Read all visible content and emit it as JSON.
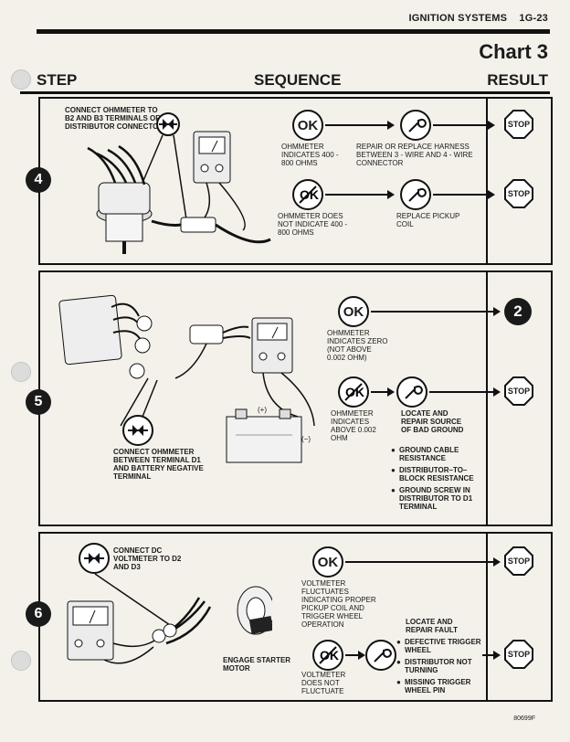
{
  "header": {
    "section_title": "IGNITION SYSTEMS",
    "page_number": "1G-23",
    "chart_title": "Chart 3"
  },
  "columns": {
    "step": "STEP",
    "sequence": "SEQUENCE",
    "result": "RESULT"
  },
  "step4": {
    "number": "4",
    "instruction": "CONNECT OHMMETER TO B2 AND B3 TERMINALS OF DISTRIBUTOR CONNECTOR",
    "ok_symbol": "OK",
    "ok_text": "OHMMETER INDICATES 400 - 800 OHMS",
    "ok_action": "REPAIR OR REPLACE HARNESS BETWEEN 3 - WIRE AND 4 - WIRE CONNECTOR",
    "notok_text": "OHMMETER DOES NOT INDICATE 400 - 800 OHMS",
    "notok_action": "REPLACE PICKUP COIL",
    "result_a": "STOP",
    "result_b": "STOP"
  },
  "step5": {
    "number": "5",
    "instruction": "CONNECT OHMMETER BETWEEN TERMINAL D1 AND BATTERY NEGATIVE TERMINAL",
    "plus_label": "(+)",
    "minus_label": "(−)",
    "ok_symbol": "OK",
    "ok_text": "OHMMETER INDICATES ZERO (NOT ABOVE 0.002 OHM)",
    "ok_result": "2",
    "notok_text": "OHMMETER INDICATES ABOVE 0.002 OHM",
    "notok_action": "LOCATE AND REPAIR SOURCE OF BAD GROUND",
    "causes": [
      "GROUND CABLE RESISTANCE",
      "DISTRIBUTOR–TO–BLOCK RESISTANCE",
      "GROUND SCREW IN DISTRIBUTOR TO D1 TERMINAL"
    ],
    "result_b": "STOP"
  },
  "step6": {
    "number": "6",
    "instruction": "CONNECT DC VOLTMETER TO D2 AND D3",
    "engage_text": "ENGAGE STARTER MOTOR",
    "ok_symbol": "OK",
    "ok_text": "VOLTMETER FLUCTUATES INDICATING PROPER PICKUP COIL AND TRIGGER WHEEL OPERATION",
    "notok_text": "VOLTMETER DOES NOT FLUCTUATE",
    "notok_action": "LOCATE AND REPAIR FAULT",
    "causes": [
      "DEFECTIVE TRIGGER WHEEL",
      "DISTRIBUTOR NOT TURNING",
      "MISSING TRIGGER WHEEL PIN"
    ],
    "result_a": "STOP",
    "result_b": "STOP"
  },
  "footer": {
    "code": "80699F"
  }
}
